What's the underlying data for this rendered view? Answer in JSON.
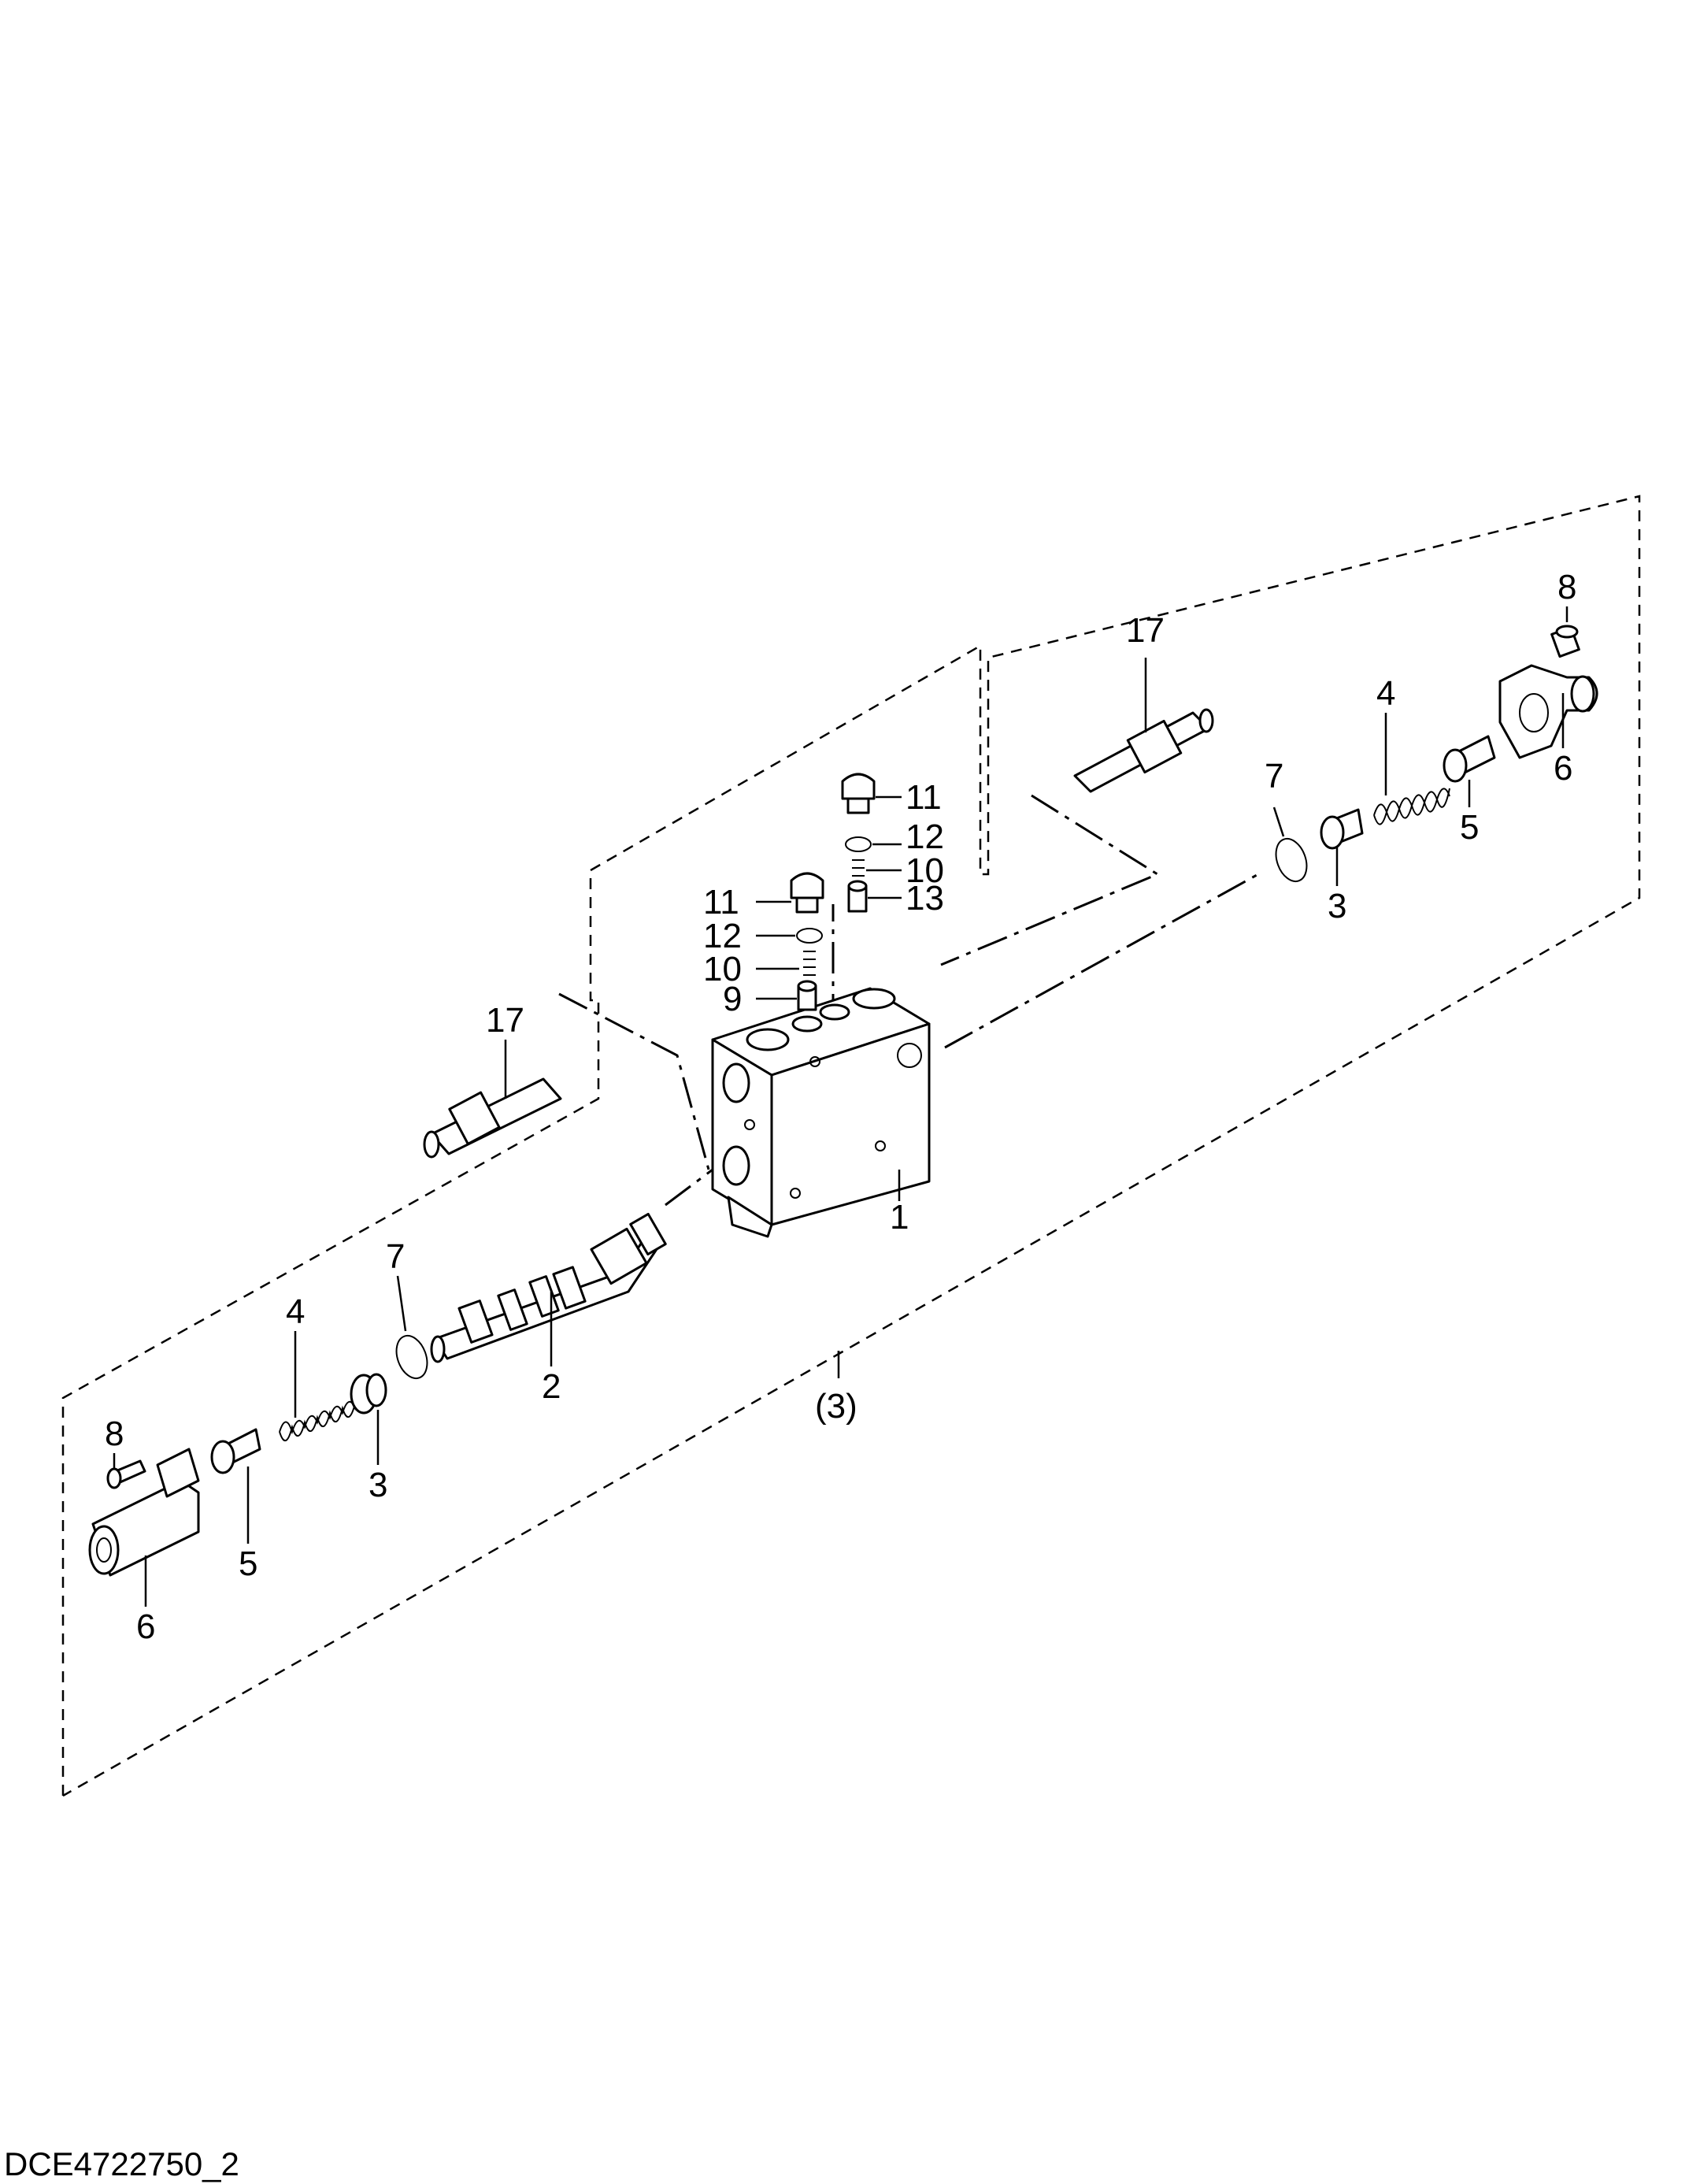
{
  "drawing_code": "DCE4722750_2",
  "labels": {
    "p1": "1",
    "p2": "2",
    "p3_left": "3",
    "p3_right": "3",
    "p3_group": "(3)",
    "p4_left": "4",
    "p4_right": "4",
    "p5_left": "5",
    "p5_right": "5",
    "p6_left": "6",
    "p6_right": "6",
    "p7_left": "7",
    "p7_right": "7",
    "p8_left": "8",
    "p8_right": "8",
    "p9": "9",
    "p10_left": "10",
    "p10_right": "10",
    "p11_left": "11",
    "p11_right": "11",
    "p12_left": "12",
    "p12_right": "12",
    "p13": "13",
    "p17_left": "17",
    "p17_right": "17"
  }
}
